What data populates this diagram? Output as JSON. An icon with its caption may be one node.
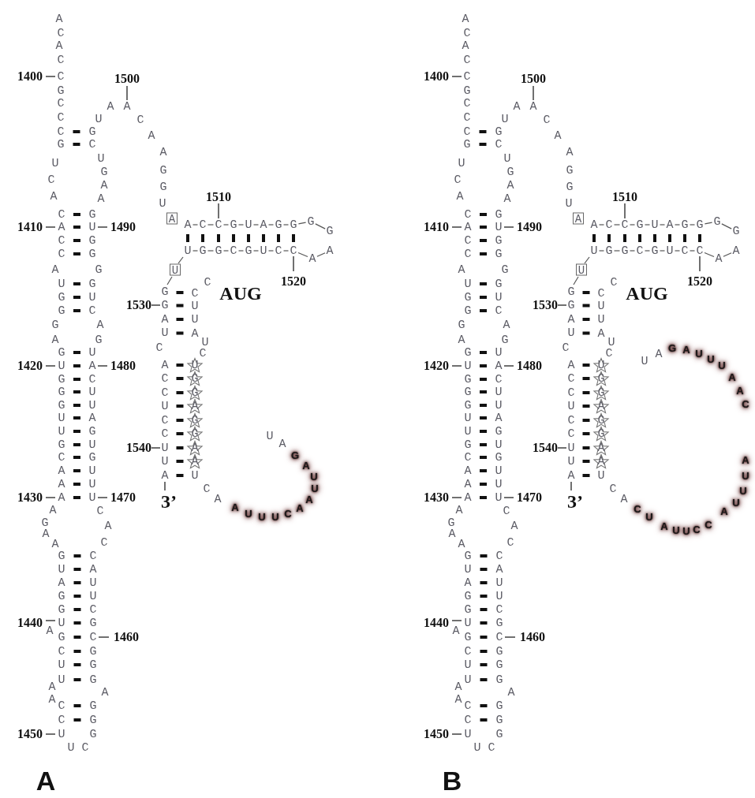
{
  "diagram": {
    "nodes": [
      {
        "text": [
          "A"
        ]
      },
      {
        "text": [
          "U"
        ]
      },
      {
        "text": [
          "A"
        ]
      },
      {
        "text": [
          "U"
        ]
      }
    ],
    "labels": [
      "A",
      "C",
      "A",
      "C",
      "C",
      "G",
      "C",
      "C",
      "C",
      "G",
      "U",
      "C",
      "A",
      "C",
      "A",
      "C",
      "C",
      "A",
      "U",
      "G",
      "G",
      "G",
      "A",
      "G",
      "U",
      "G",
      "G",
      "G",
      "U",
      "U",
      "G",
      "C",
      "A",
      "A",
      "A",
      "A",
      "G",
      "A",
      "A",
      "G",
      "U",
      "A",
      "G",
      "G",
      "U",
      "A",
      "G",
      "C",
      "U",
      "U",
      "A",
      "A",
      "C",
      "C",
      "U",
      "U",
      "C",
      "G",
      "G",
      "G",
      "A",
      "G",
      "G",
      "G",
      "C",
      "G",
      "C",
      "U",
      "U",
      "A",
      "C",
      "C",
      "A",
      "C",
      "U",
      "U",
      "U",
      "G",
      "U",
      "G",
      "A",
      "U",
      "U",
      "C",
      "A",
      "U",
      "G",
      "A",
      "C",
      "U",
      "G",
      "G",
      "G",
      "G",
      "U",
      "G",
      "A",
      "A",
      "G",
      "U",
      "C",
      "G",
      "U",
      "A",
      "A",
      "C",
      "A",
      "A",
      "G",
      "G",
      "U",
      "A",
      "C",
      "C",
      "G",
      "U",
      "A",
      "G",
      "G",
      "G",
      "G",
      "A",
      "A",
      "C",
      "C",
      "U",
      "G",
      "C",
      "G",
      "G",
      "U",
      "G",
      "G",
      "A",
      "U",
      "C",
      "A",
      "C",
      "C",
      "U",
      "C",
      "C",
      "U",
      "U",
      "A",
      "C",
      "C",
      "U",
      "U",
      "A",
      "U",
      "C",
      "U",
      "G",
      "G",
      "A",
      "G",
      "G",
      "A",
      "A",
      "U",
      "C",
      "A",
      "A",
      "U",
      "U",
      "U",
      "C",
      "A",
      "A",
      "U",
      "U",
      "A",
      "G",
      "A",
      "U",
      "1400",
      "1500",
      "1510",
      "1410",
      "1490",
      "1520",
      "AUG",
      "1530",
      "1420",
      "1480",
      "1540",
      "1430",
      "1470",
      "3’",
      "1440",
      "1460",
      "1450",
      "A",
      "A",
      "C",
      "A",
      "C",
      "C",
      "G",
      "C",
      "C",
      "C",
      "G",
      "U",
      "C",
      "A",
      "C",
      "A",
      "C",
      "C",
      "A",
      "U",
      "G",
      "G",
      "G",
      "A",
      "G",
      "U",
      "G",
      "G",
      "G",
      "U",
      "U",
      "G",
      "C",
      "A",
      "A",
      "A",
      "A",
      "G",
      "A",
      "A",
      "G",
      "U",
      "A",
      "G",
      "G",
      "U",
      "A",
      "G",
      "C",
      "U",
      "U",
      "A",
      "A",
      "C",
      "C",
      "U",
      "U",
      "C",
      "G",
      "G",
      "G",
      "A",
      "G",
      "G",
      "G",
      "C",
      "G",
      "C",
      "U",
      "U",
      "A",
      "C",
      "C",
      "A",
      "C",
      "U",
      "U",
      "U",
      "G",
      "U",
      "G",
      "A",
      "U",
      "U",
      "C",
      "A",
      "U",
      "G",
      "A",
      "C",
      "U",
      "G",
      "G",
      "G",
      "G",
      "U",
      "G",
      "A",
      "A",
      "G",
      "U",
      "C",
      "G",
      "U",
      "A",
      "A",
      "C",
      "A",
      "A",
      "G",
      "G",
      "U",
      "A",
      "C",
      "C",
      "G",
      "U",
      "A",
      "G",
      "G",
      "G",
      "G",
      "A",
      "A",
      "C",
      "C",
      "U",
      "G",
      "C",
      "G",
      "G",
      "U",
      "G",
      "G",
      "A",
      "U",
      "C",
      "A",
      "C",
      "C",
      "U",
      "C",
      "C",
      "U",
      "U",
      "A",
      "C",
      "C",
      "U",
      "U",
      "A",
      "U",
      "C",
      "U",
      "G",
      "G",
      "A",
      "G",
      "G",
      "A",
      "A",
      "U",
      "C",
      "A",
      "C",
      "U",
      "A",
      "U",
      "U",
      "C",
      "C",
      "A",
      "U",
      "U",
      "U",
      "A",
      "C",
      "A",
      "A",
      "U",
      "U",
      "U",
      "A",
      "G",
      "A",
      "U",
      "1400",
      "1500",
      "1510",
      "1410",
      "1490",
      "1520",
      "AUG",
      "1530",
      "1420",
      "1480",
      "1540",
      "1430",
      "1470",
      "3’",
      "1440",
      "1460",
      "1450",
      "B"
    ]
  }
}
